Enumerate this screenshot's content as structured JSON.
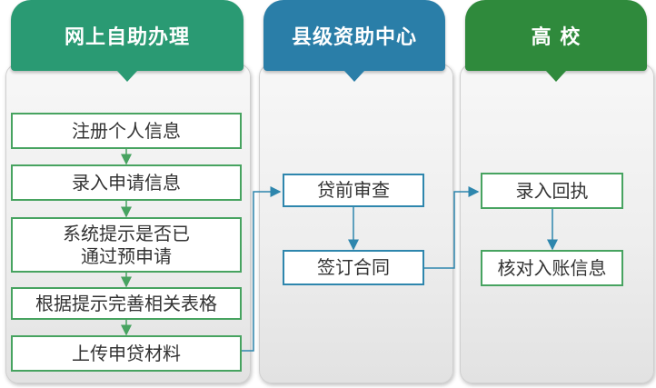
{
  "columns": [
    {
      "title": "网上自助办理",
      "color": "#2a9a73",
      "steps": [
        "注册个人信息",
        "录入申请信息",
        "系统提示是否已\n通过预申请",
        "根据提示完善相关表格",
        "上传申贷材料"
      ]
    },
    {
      "title": "县级资助中心",
      "color": "#2a7ea8",
      "steps": [
        "贷前审查",
        "签订合同"
      ]
    },
    {
      "title": "高  校",
      "color": "#2f8a3c",
      "steps": [
        "录入回执",
        "核对入账信息"
      ]
    }
  ]
}
